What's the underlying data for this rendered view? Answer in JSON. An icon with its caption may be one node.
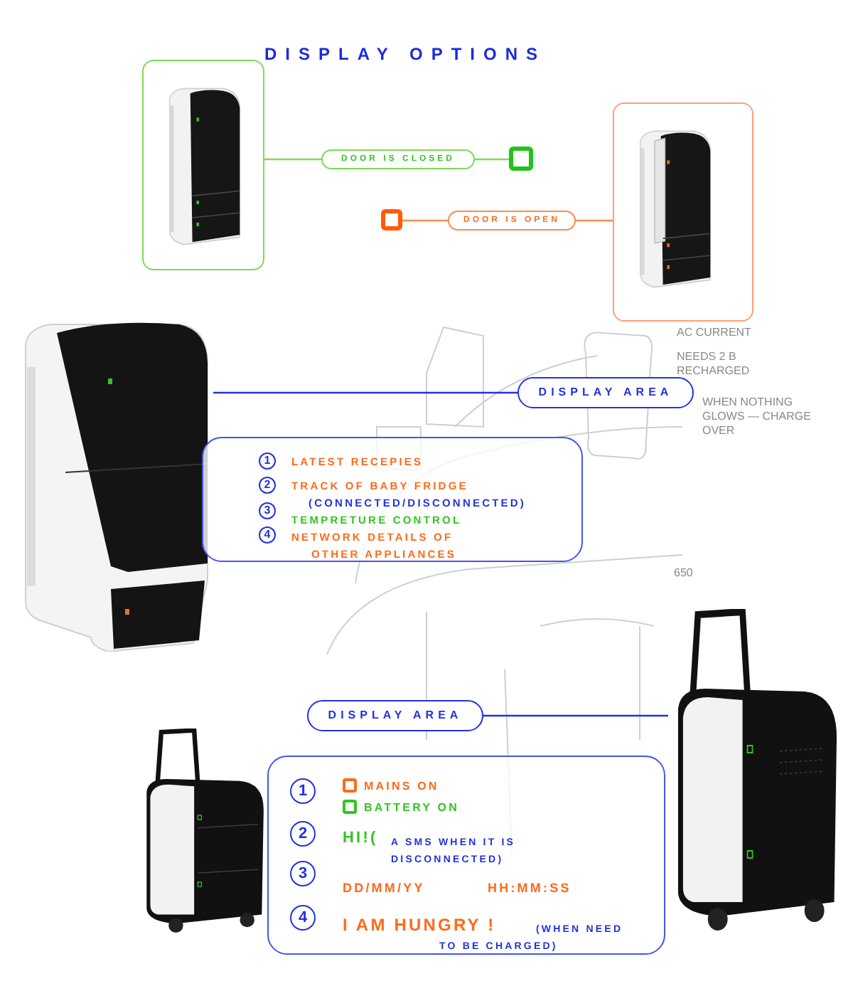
{
  "diagram": {
    "title": "DISPLAY OPTIONS",
    "nodes": [
      {
        "text": [],
        "shape": "picture"
      },
      {
        "text": [
          "DOOR IS CLOSED"
        ]
      },
      {
        "text": [],
        "shape": "box"
      },
      {
        "text": [],
        "shape": "box"
      },
      {
        "text": [
          "DOOR IS OPEN"
        ]
      },
      {
        "text": [],
        "shape": "picture"
      },
      {
        "text": [],
        "shape": "picture"
      },
      {
        "text": [
          "DISPLAY AREA"
        ]
      },
      {
        "text": [
          "LATEST RECEPIES",
          "TRACK OF BABY FRIDGE",
          "(CONNECTED/DISCONNECTED)",
          "TEMPRETURE CONTROL",
          "NETWORK DETAILS OF OTHER APPLIANCES"
        ]
      },
      {
        "text": [
          "1"
        ],
        "in": 8
      },
      {
        "text": [
          "2"
        ],
        "in": 8
      },
      {
        "text": [
          "3"
        ],
        "in": 8
      },
      {
        "text": [
          "4"
        ],
        "in": 8
      },
      {
        "text": [
          "DISPLAY AREA"
        ]
      },
      {
        "text": [],
        "shape": "picture"
      },
      {
        "text": [],
        "shape": "picture"
      },
      {
        "text": [
          "MAINS ON",
          "BATTERY ON",
          "HI!(",
          "A SMS WHEN IT IS DISCONNECTED)",
          "DD/MM/YY",
          "HH:MM:SS",
          "I AM HUNGRY !",
          "(WHEN NEED TO BE CHARGED)"
        ]
      },
      {
        "text": [
          "1"
        ],
        "in": 16
      },
      {
        "text": [
          "2"
        ],
        "in": 16
      },
      {
        "text": [
          "3"
        ],
        "in": 16
      },
      {
        "text": [
          "4"
        ],
        "in": 16
      },
      {
        "text": [],
        "shape": "box",
        "in": 16
      },
      {
        "text": [],
        "shape": "box",
        "in": 16
      }
    ],
    "edges": [
      {
        "from": 0,
        "to": 1,
        "arrow": "none",
        "color": "#7ed957"
      },
      {
        "from": 1,
        "to": 2,
        "arrow": "none",
        "color": "#7ed957"
      },
      {
        "from": 3,
        "to": 4,
        "arrow": "none",
        "color": "#ff8a50"
      },
      {
        "from": 4,
        "to": 5,
        "arrow": "none",
        "color": "#ff8a50"
      },
      {
        "from": 7,
        "to": 6,
        "arrow": "none",
        "color": "#2233dd"
      },
      {
        "from": 13,
        "to": 15,
        "arrow": "none",
        "color": "#2233dd"
      }
    ],
    "labels": [
      "AC CURRENT",
      "NEEDS 2 B RECHARGED",
      "WHEN NOTHING GLOWS — CHARGE OVER",
      "650"
    ]
  }
}
